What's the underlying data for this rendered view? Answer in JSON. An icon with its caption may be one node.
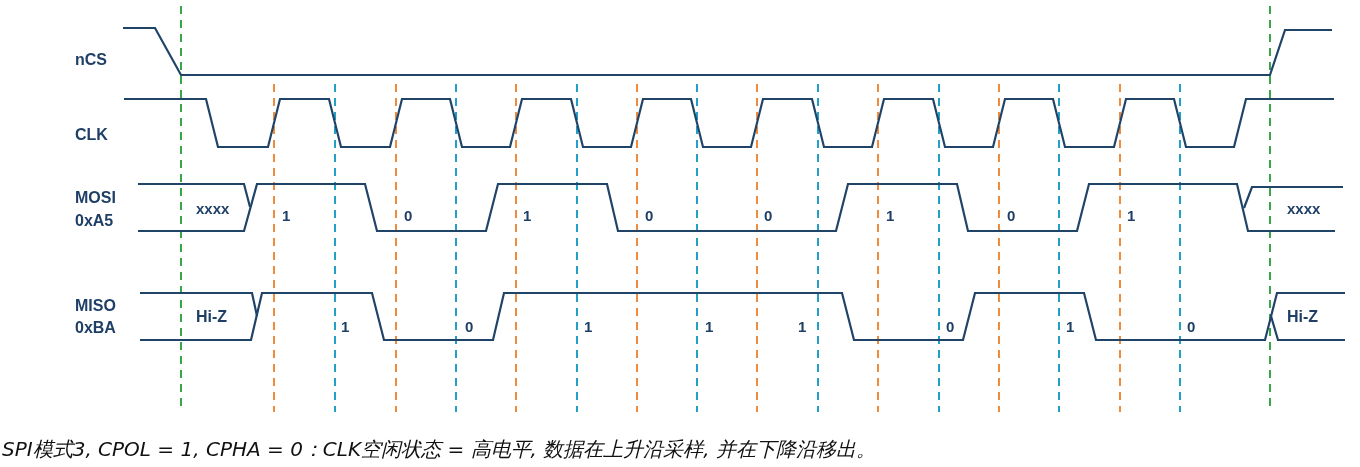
{
  "diagram": {
    "caption": "SPI模式3, CPOL = 1, CPHA = 0：CLK空闲状态 = 高电平, 数据在上升沿采样, 并在下降沿移出。",
    "labels": [
      "nCS",
      "CLK",
      "MOSI",
      "0xA5",
      "xxxx",
      "1",
      "0",
      "1",
      "0",
      "0",
      "1",
      "0",
      "1",
      "xxxx",
      "MISO",
      "0xBA",
      "Hi-Z",
      "1",
      "0",
      "1",
      "1",
      "1",
      "0",
      "1",
      "0",
      "Hi-Z"
    ]
  }
}
